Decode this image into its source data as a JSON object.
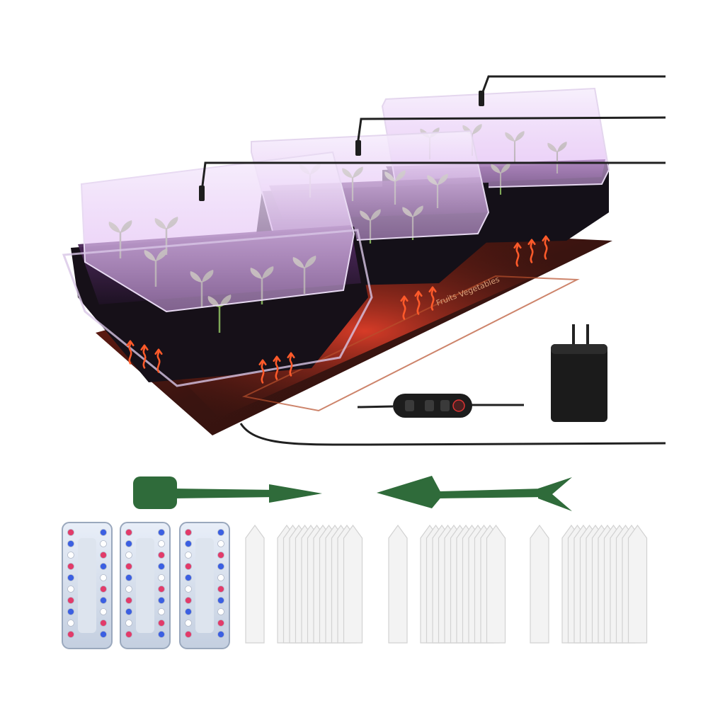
{
  "product": {
    "mat_labels": [
      "Fruits",
      "Vegetables"
    ],
    "tray_count": 3,
    "light_strip_count": 3,
    "plant_label_bundles": 3
  },
  "colors": {
    "background": "#ffffff",
    "mat": "#3a1a14",
    "mat_glow": "#c8361e",
    "grow_light": "#c46cf0",
    "tool_green": "#2f6b3a",
    "adapter": "#1b1b1b",
    "label_white": "#f2f2f2"
  },
  "icons": {
    "heat_wave": "heat-wave-icon",
    "power": "power-icon",
    "plus": "plus-icon",
    "minus": "minus-icon",
    "timer": "timer-icon"
  }
}
